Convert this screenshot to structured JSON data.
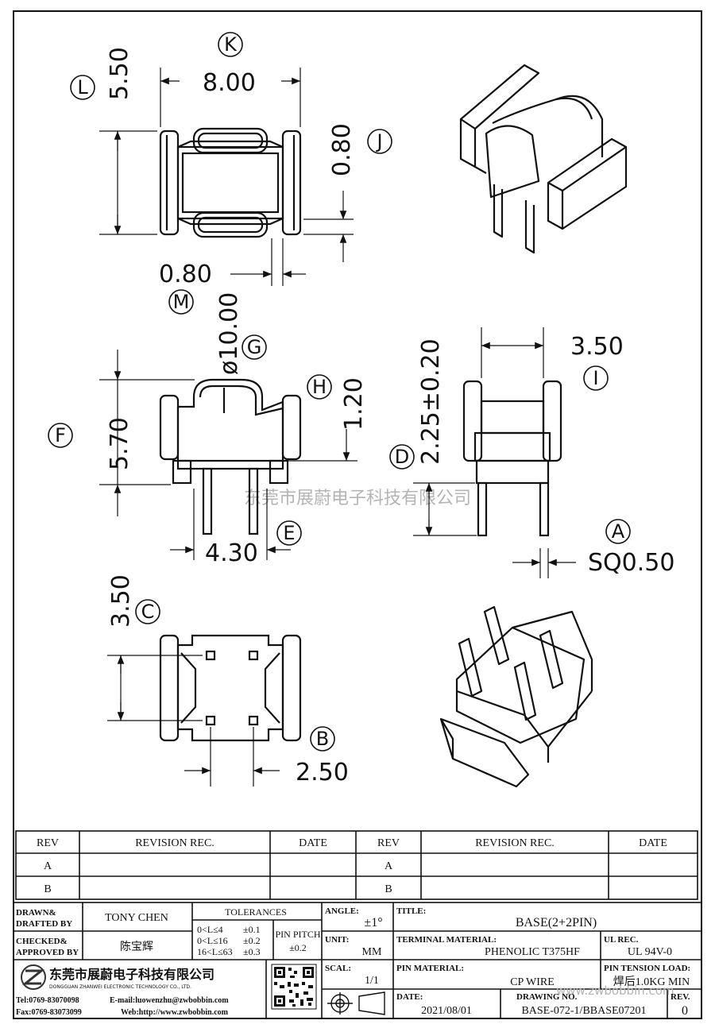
{
  "dimensions": {
    "k_width": "8.00",
    "l_height": "5.50",
    "j_tab": "0.80",
    "m_tab": "0.80",
    "g_diameter": "ø10.00",
    "h_step": "1.20",
    "f_height": "5.70",
    "e_span": "4.30",
    "d_pin": "2.25±0.20",
    "i_width": "3.50",
    "a_square": "SQ0.50",
    "c_height": "3.50",
    "b_pitch": "2.50"
  },
  "callouts": [
    "K",
    "L",
    "J",
    "M",
    "G",
    "H",
    "F",
    "E",
    "D",
    "I",
    "A",
    "C",
    "B"
  ],
  "watermark": "东莞市展蔚电子科技有限公司",
  "revision_table": {
    "headers": [
      "REV",
      "REVISION REC.",
      "DATE",
      "REV",
      "REVISION REC.",
      "DATE"
    ],
    "rows": [
      [
        "A",
        "",
        "",
        "A",
        "",
        ""
      ],
      [
        "B",
        "",
        "",
        "B",
        "",
        ""
      ]
    ]
  },
  "title_block": {
    "drawn_label_1": "DRAWN&",
    "drawn_label_2": "DRAFTED BY",
    "drawn_by": "TONY CHEN",
    "checked_label_1": "CHECKED&",
    "checked_label_2": "APPROVED BY",
    "approved_by": "陈宝辉",
    "tolerances_label": "TOLERANCES",
    "tol_1_range": "0<L≤4",
    "tol_1_value": "±0.1",
    "tol_2_range": "0<L≤16",
    "tol_2_value": "±0.2",
    "tol_3_range": "16<L≤63",
    "tol_3_value": "±0.3",
    "pin_pitch_label": "PIN PITCH",
    "pin_pitch_value": "±0.2",
    "angle_label": "ANGLE:",
    "angle_value": "±1°",
    "unit_label": "UNIT:",
    "unit_value": "MM",
    "scale_label": "SCAL:",
    "scale_value": "1/1",
    "title_label": "TITLE:",
    "title_value": "BASE(2+2PIN)",
    "terminal_label": "TERMINAL MATERIAL:",
    "terminal_value": "PHENOLIC T375HF",
    "ul_label": "UL REC.",
    "ul_value": "UL 94V-0",
    "pin_material_label": "PIN MATERIAL:",
    "pin_material_value": "CP WIRE",
    "pin_tension_label": "PIN TENSION LOAD:",
    "pin_tension_value": "焊后1.0KG MIN",
    "date_label": "DATE:",
    "date_value": "2021/08/01",
    "drawing_label": "DRAWING NO.",
    "drawing_value": "BASE-072-1/BBASE07201",
    "rev_label": "REV.",
    "rev_value": "0",
    "company_cn": "东莞市展蔚电子科技有限公司",
    "company_en": "DONGGUAN ZHANWEI ELECTRONIC TECHNOLOGY CO., LTD.",
    "tel": "Tel:0769-83070098",
    "email": "E-mail:luowenzhu@zwbobbin.com",
    "fax": "Fax:0769-83073099",
    "web": "Web:http://www.zwbobbin.com",
    "web_watermark": "www.zwbobbin.com"
  }
}
